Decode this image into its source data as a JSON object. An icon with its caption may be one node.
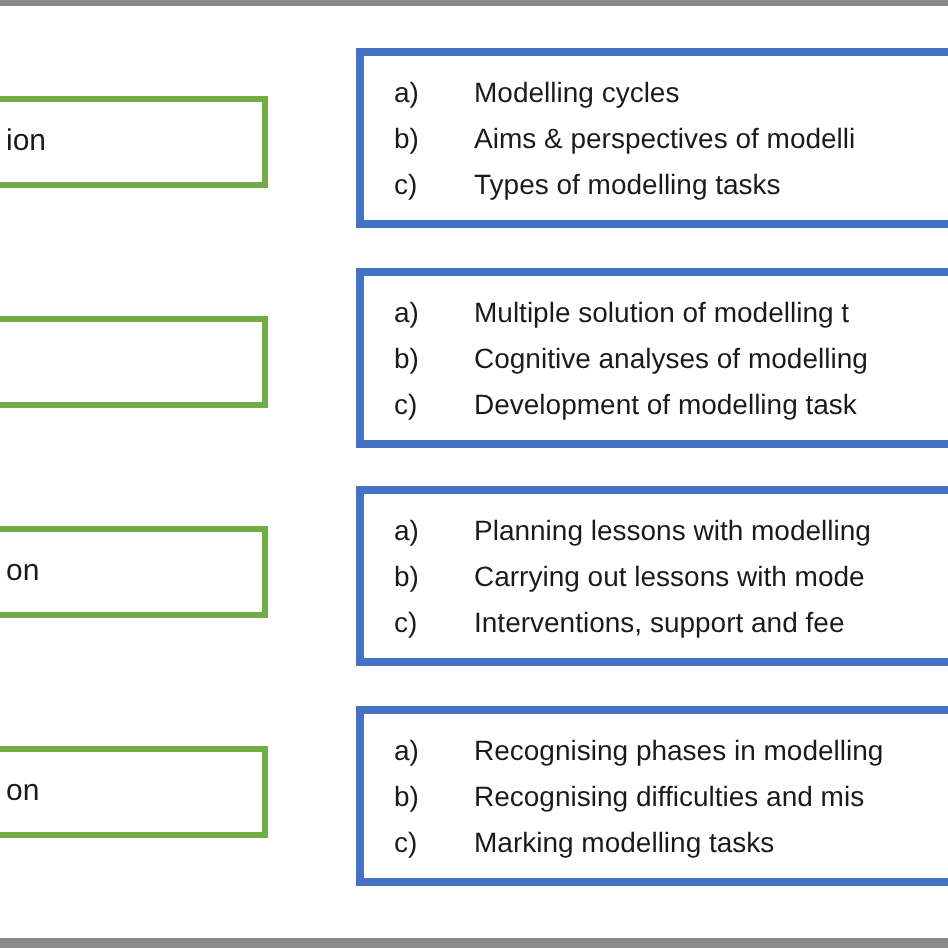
{
  "diagram": {
    "nodes": [
      {
        "text": [
          "ion"
        ]
      },
      {
        "text": [
          "a)",
          "Modelling cycles",
          "b)",
          "Aims & perspectives of modelli",
          "c)",
          "Types of modelling tasks"
        ]
      },
      {
        "text": [],
        "shape": "box"
      },
      {
        "text": [
          "a)",
          "Multiple solution of modelling t",
          "b)",
          "Cognitive analyses of modelling",
          "c)",
          "Development of modelling task"
        ]
      },
      {
        "text": [
          "on"
        ]
      },
      {
        "text": [
          "a)",
          "Planning lessons with modelling",
          "b)",
          "Carrying out lessons with mode",
          "c)",
          "Interventions, support and fee"
        ]
      },
      {
        "text": [
          "on"
        ]
      },
      {
        "text": [
          "a)",
          "Recognising phases in modelling",
          "b)",
          "Recognising difficulties and mis",
          "c)",
          "Marking modelling tasks"
        ]
      }
    ]
  }
}
